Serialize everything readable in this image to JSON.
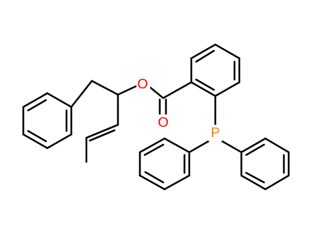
{
  "molecule": {
    "atoms": {
      "ester_oxygen": {
        "symbol": "O",
        "color": "#ff0000"
      },
      "carbonyl_oxygen": {
        "symbol": "O",
        "color": "#ff0000"
      },
      "phosphorus": {
        "symbol": "P",
        "color": "#ff8000"
      }
    }
  }
}
